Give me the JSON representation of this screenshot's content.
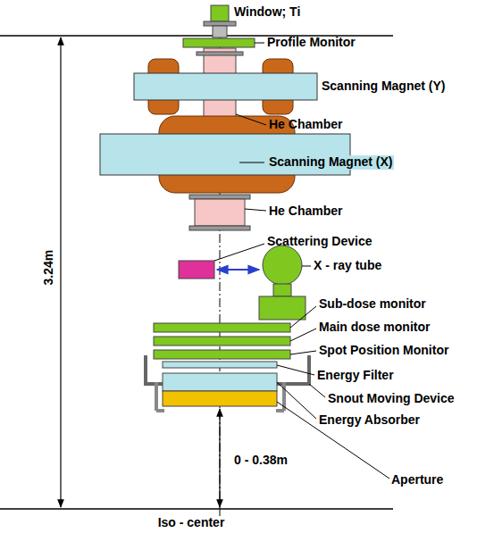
{
  "diagram": {
    "labels": [
      "Window; Ti",
      "Profile Monitor",
      "Scanning Magnet (Y)",
      "He Chamber",
      "Scanning Magnet (X)",
      "He Chamber",
      "Scattering Device",
      "X - ray tube",
      "Sub-dose monitor",
      "Main dose monitor",
      "Spot Position Monitor",
      "Energy Filter",
      "Snout Moving Device",
      "Energy Absorber",
      "Aperture",
      "3.24m",
      "0 - 0.38m",
      "Iso - center"
    ]
  }
}
